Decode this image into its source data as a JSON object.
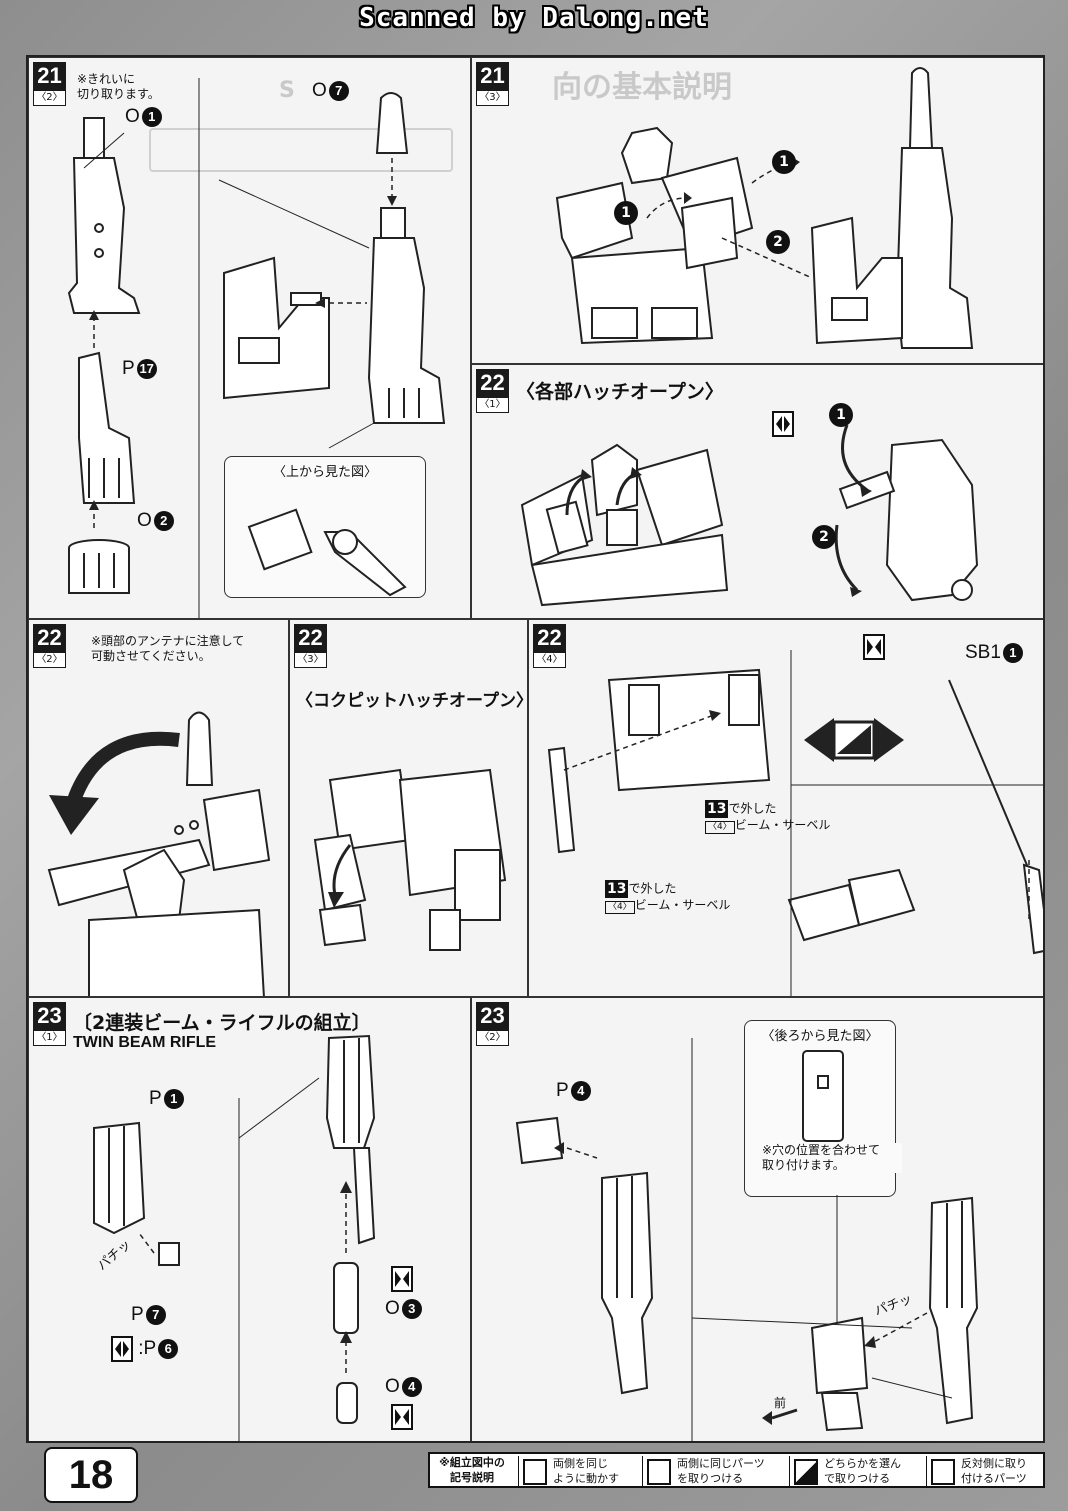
{
  "header": {
    "watermark": "Scanned by Dalong.net"
  },
  "steps": {
    "s21_2": {
      "num": "21",
      "sub": "〈2〉",
      "note": "※きれいに\n切り取ります。",
      "parts": [
        {
          "code": "O",
          "num": "1"
        },
        {
          "code": "O",
          "num": "7"
        },
        {
          "code": "P",
          "num": "17"
        },
        {
          "code": "O",
          "num": "2"
        }
      ],
      "callout": "〈上から見た図〉"
    },
    "s21_3": {
      "num": "21",
      "sub": "〈3〉",
      "badges": [
        "1",
        "1",
        "2"
      ]
    },
    "s22_1": {
      "num": "22",
      "sub": "〈1〉",
      "heading": "〈各部ハッチオープン〉",
      "badges": [
        "1",
        "2"
      ]
    },
    "s22_2": {
      "num": "22",
      "sub": "〈2〉",
      "note": "※頭部のアンテナに注意して\n可動させてください。"
    },
    "s22_3": {
      "num": "22",
      "sub": "〈3〉",
      "heading": "〈コクピットハッチオープン〉"
    },
    "s22_4": {
      "num": "22",
      "sub": "〈4〉",
      "parts": [
        {
          "code": "SB1",
          "num": "1"
        }
      ],
      "refs": [
        {
          "step": "13",
          "sub": "〈4〉",
          "text1": "で外した",
          "text2": "ビーム・サーベル"
        },
        {
          "step": "13",
          "sub": "〈4〉",
          "text1": "で外した",
          "text2": "ビーム・サーベル"
        }
      ]
    },
    "s23_1": {
      "num": "23",
      "sub": "〈1〉",
      "heading": "〔2連装ビーム・ライフルの組立〕",
      "subheading": "TWIN BEAM RIFLE",
      "parts": [
        {
          "code": "P",
          "num": "1"
        },
        {
          "code": "P",
          "num": "7"
        },
        {
          "code": ":P",
          "num": "6"
        },
        {
          "code": "O",
          "num": "3"
        },
        {
          "code": "O",
          "num": "4"
        }
      ],
      "snap": "パチッ"
    },
    "s23_2": {
      "num": "23",
      "sub": "〈2〉",
      "parts": [
        {
          "code": "P",
          "num": "4"
        }
      ],
      "callout": "〈後ろから見た図〉",
      "note": "※穴の位置を合わせて\n取り付けます。",
      "snap": "パチッ",
      "front": "前"
    }
  },
  "footer": {
    "page_number": "18",
    "legend_title": "※組立図中の\n記号説明",
    "legend": [
      "両側を同じ\nように動かす",
      "両側に同じパーツ\nを取りつける",
      "どちらかを選ん\nで取りつける",
      "反対側に取り\n付けるパーツ"
    ]
  }
}
